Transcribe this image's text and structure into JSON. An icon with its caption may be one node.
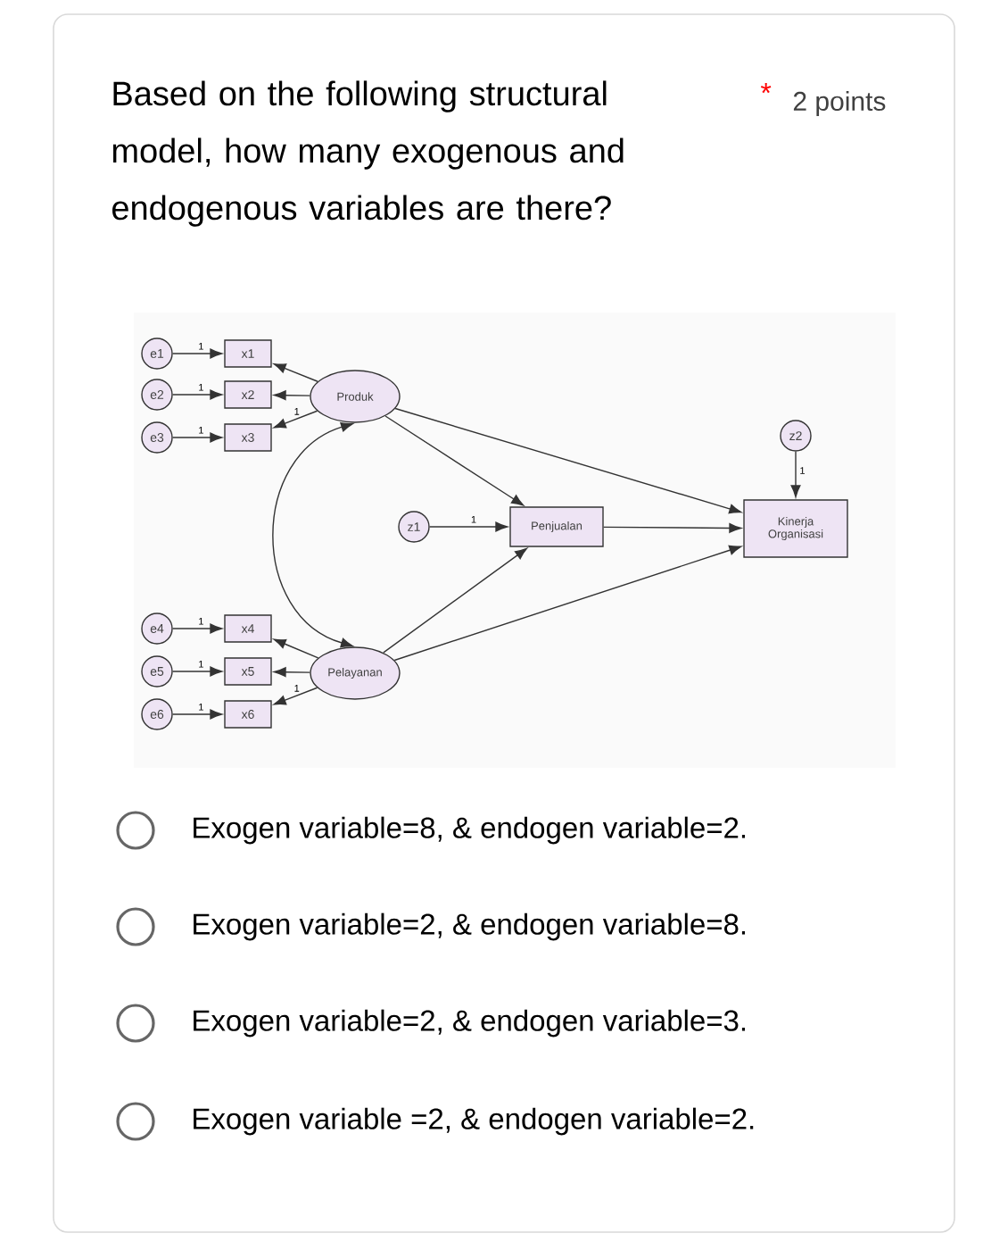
{
  "diagram": {
    "title": "Based on the following structural model, how many exogenous and endogenous variables are there?",
    "nodes": [
      {
        "text": [
          "Produk"
        ]
      },
      {
        "text": [
          "Pelayanan"
        ]
      },
      {
        "text": [
          "Penjualan"
        ]
      },
      {
        "text": [
          "Kinerja Organisasi"
        ]
      },
      {
        "text": [
          "z1"
        ]
      },
      {
        "text": [
          "z2"
        ]
      },
      {
        "text": [
          "x1"
        ]
      },
      {
        "text": [
          "x2"
        ]
      },
      {
        "text": [
          "x3"
        ]
      },
      {
        "text": [
          "x4"
        ]
      },
      {
        "text": [
          "x5"
        ]
      },
      {
        "text": [
          "x6"
        ]
      },
      {
        "text": [
          "e1"
        ]
      },
      {
        "text": [
          "e2"
        ]
      },
      {
        "text": [
          "e3"
        ]
      },
      {
        "text": [
          "e4"
        ]
      },
      {
        "text": [
          "e5"
        ]
      },
      {
        "text": [
          "e6"
        ]
      }
    ],
    "edges": [
      {
        "from": 12,
        "to": 6,
        "arrow": "to",
        "label": "1"
      },
      {
        "from": 13,
        "to": 7,
        "arrow": "to",
        "label": "1"
      },
      {
        "from": 14,
        "to": 8,
        "arrow": "to",
        "label": "1"
      },
      {
        "from": 15,
        "to": 9,
        "arrow": "to",
        "label": "1"
      },
      {
        "from": 16,
        "to": 10,
        "arrow": "to",
        "label": "1"
      },
      {
        "from": 17,
        "to": 11,
        "arrow": "to",
        "label": "1"
      },
      {
        "from": 0,
        "to": 6,
        "arrow": "to"
      },
      {
        "from": 0,
        "to": 7,
        "arrow": "to"
      },
      {
        "from": 0,
        "to": 8,
        "arrow": "to",
        "label": "1"
      },
      {
        "from": 1,
        "to": 9,
        "arrow": "to"
      },
      {
        "from": 1,
        "to": 10,
        "arrow": "to"
      },
      {
        "from": 1,
        "to": 11,
        "arrow": "to",
        "label": "1"
      },
      {
        "from": 0,
        "to": 1,
        "arrow": "both"
      },
      {
        "from": 0,
        "to": 2,
        "arrow": "to"
      },
      {
        "from": 0,
        "to": 3,
        "arrow": "to"
      },
      {
        "from": 1,
        "to": 2,
        "arrow": "to"
      },
      {
        "from": 1,
        "to": 3,
        "arrow": "to"
      },
      {
        "from": 2,
        "to": 3,
        "arrow": "to"
      },
      {
        "from": 4,
        "to": 2,
        "arrow": "to",
        "label": "1"
      },
      {
        "from": 5,
        "to": 3,
        "arrow": "to",
        "label": "1"
      }
    ],
    "labels": [
      "*",
      "2 points",
      "Exogen variable=8, & endogen variable=2.",
      "Exogen variable=2, & endogen variable=8.",
      "Exogen variable=2, & endogen variable=3.",
      "Exogen variable =2, & endogen variable=2."
    ]
  }
}
